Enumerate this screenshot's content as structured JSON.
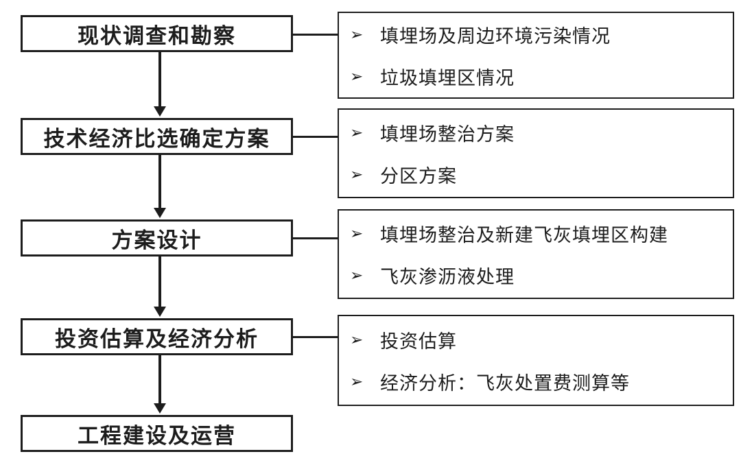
{
  "diagram": {
    "background_color": "#ffffff",
    "line_color": "#1c1c1c",
    "text_color": "#1c1c1c",
    "bullet": "➢",
    "stages": [
      {
        "label": "现状调查和勘察",
        "details": [
          "填埋场及周边环境污染情况",
          "垃圾填埋区情况"
        ]
      },
      {
        "label": "技术经济比选确定方案",
        "details": [
          "填埋场整治方案",
          "分区方案"
        ]
      },
      {
        "label": "方案设计",
        "details": [
          "填埋场整治及新建飞灰填埋区构建",
          "飞灰渗沥液处理"
        ]
      },
      {
        "label": "投资估算及经济分析",
        "details": [
          "投资估算",
          "经济分析：飞灰处置费测算等"
        ]
      },
      {
        "label": "工程建设及运营",
        "details": []
      }
    ]
  }
}
